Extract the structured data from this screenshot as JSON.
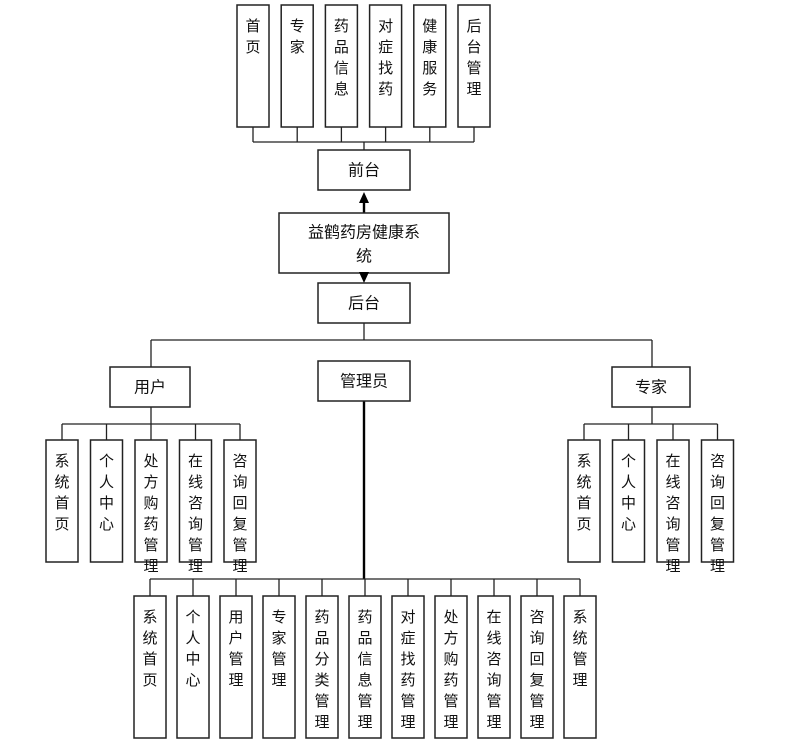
{
  "title_line1": "益鹤药房健康系",
  "title_line2": "统",
  "frontend": {
    "label": "前台",
    "items": [
      "首页",
      "专家",
      "药品信息",
      "对症找药",
      "健康服务",
      "后台管理"
    ]
  },
  "backend": {
    "label": "后台"
  },
  "roles": {
    "user": {
      "label": "用户",
      "items": [
        "系统首页",
        "个人中心",
        "处方购药管理",
        "在线咨询管理",
        "咨询回复管理"
      ]
    },
    "admin": {
      "label": "管理员",
      "items": [
        "系统首页",
        "个人中心",
        "用户管理",
        "专家管理",
        "药品分类管理",
        "药品信息管理",
        "对症找药管理",
        "处方购药管理",
        "在线咨询管理",
        "咨询回复管理",
        "系统管理"
      ]
    },
    "expert": {
      "label": "专家",
      "items": [
        "系统首页",
        "个人中心",
        "在线咨询管理",
        "咨询回复管理"
      ]
    }
  }
}
